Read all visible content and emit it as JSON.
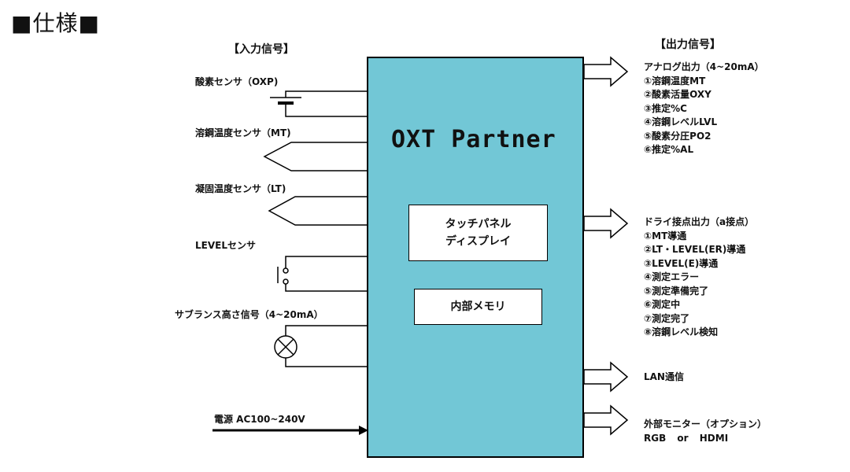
{
  "page_title": "■仕様■",
  "input_header": "【入力信号】",
  "output_header": "【出力信号】",
  "device": {
    "name": "OXT Partner",
    "panel_label": "タッチパネル\nディスプレイ",
    "memory_label": "内部メモリ",
    "fill_color": "#72c7d6"
  },
  "inputs": [
    {
      "label": "酸素センサ（OXP)",
      "symbol": "battery"
    },
    {
      "label": "溶鋼温度センサ（MT)",
      "symbol": "probe"
    },
    {
      "label": "凝固温度センサ（LT)",
      "symbol": "probe"
    },
    {
      "label": "LEVELセンサ",
      "symbol": "switch"
    },
    {
      "label": "サブランス高さ信号（4~20mA）",
      "symbol": "lamp"
    }
  ],
  "power": {
    "label": "電源 AC100~240V"
  },
  "outputs": [
    {
      "lines": [
        "アナログ出力（4~20mA）",
        "①溶鋼温度MT",
        "②酸素活量OXY",
        "③推定%C",
        "④溶鋼レベルLVL",
        "⑤酸素分圧PO2",
        "⑥推定%AL"
      ]
    },
    {
      "lines": [
        "ドライ接点出力（a接点）",
        "①MT導通",
        "②LT・LEVEL(ER)導通",
        "③LEVEL(E)導通",
        "④測定エラー",
        "⑤測定準備完了",
        "⑥測定中",
        "⑦測定完了",
        "⑧溶鋼レベル検知"
      ]
    },
    {
      "lines": [
        "LAN通信"
      ]
    },
    {
      "lines": [
        "外部モニター（オプション）",
        "RGB or HDMI"
      ]
    }
  ]
}
